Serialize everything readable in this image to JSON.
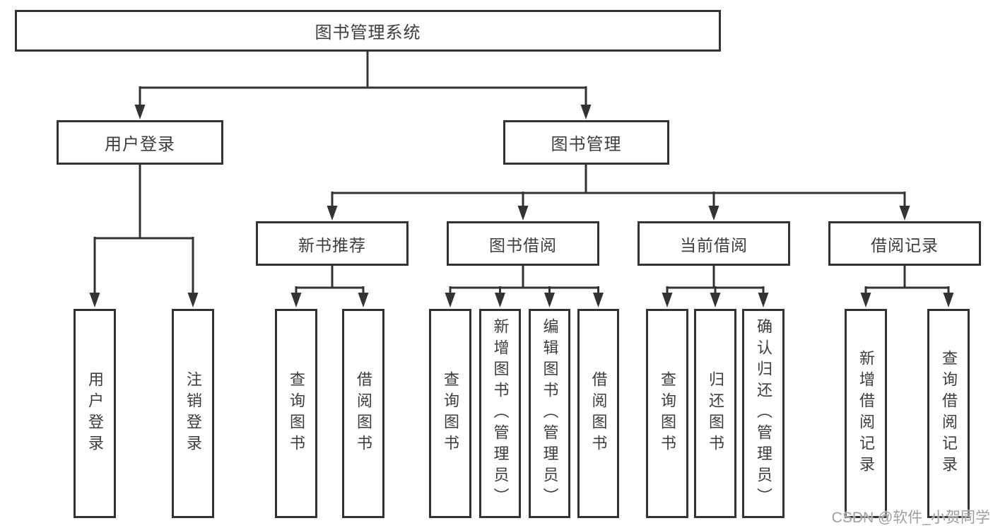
{
  "title": {
    "label": "图书管理系统"
  },
  "level2": {
    "user_login": {
      "label": "用户登录"
    },
    "book_management": {
      "label": "图书管理"
    }
  },
  "level3": {
    "new_book_recommend": {
      "label": "新书推荐"
    },
    "book_borrowing": {
      "label": "图书借阅"
    },
    "current_borrowing": {
      "label": "当前借阅"
    },
    "borrowing_records": {
      "label": "借阅记录"
    }
  },
  "leaves": {
    "user_login": {
      "label": "用户登录"
    },
    "logout_login": {
      "label": "注销登录"
    },
    "rec_query_books": {
      "label": "查询图书"
    },
    "rec_borrow_books": {
      "label": "借阅图书"
    },
    "bb_query_books": {
      "label": "查询图书"
    },
    "bb_add_books": {
      "label": "新增图书（管理员）"
    },
    "bb_edit_books": {
      "label": "编辑图书（管理员）"
    },
    "bb_borrow_books": {
      "label": "借阅图书"
    },
    "cb_query_books": {
      "label": "查询图书"
    },
    "cb_return_books": {
      "label": "归还图书"
    },
    "cb_confirm_return": {
      "label": "确认归还（管理员）"
    },
    "br_add_record": {
      "label": "新增借阅记录"
    },
    "br_query_record": {
      "label": "查询借阅记录"
    }
  },
  "watermark": {
    "text": "CSDN @软件_小贺同学"
  },
  "colors": {
    "line": "#333333",
    "box_border": "#333333",
    "text": "#3d3d3d",
    "watermark": "#9e9e9e",
    "background": "#ffffff"
  }
}
